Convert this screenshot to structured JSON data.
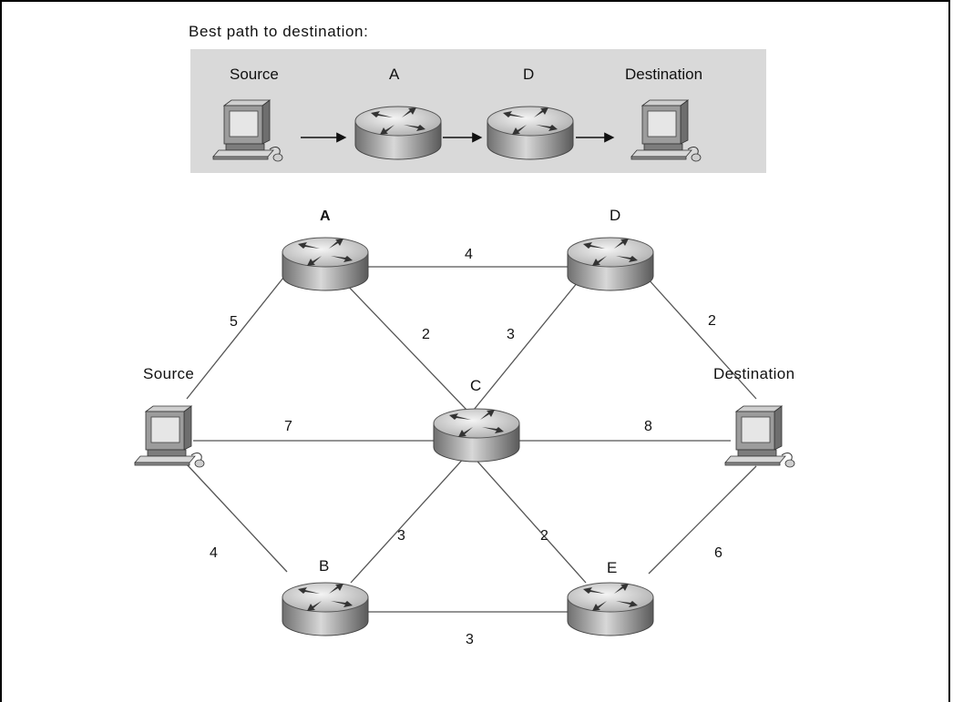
{
  "header_title": "Best path to destination:",
  "best_path": {
    "nodes": [
      {
        "id": "source",
        "label": "Source",
        "kind": "computer"
      },
      {
        "id": "A",
        "label": "A",
        "kind": "router"
      },
      {
        "id": "D",
        "label": "D",
        "kind": "router"
      },
      {
        "id": "destination",
        "label": "Destination",
        "kind": "computer"
      }
    ]
  },
  "network": {
    "nodes": [
      {
        "id": "A",
        "label": "A",
        "kind": "router"
      },
      {
        "id": "D",
        "label": "D",
        "kind": "router"
      },
      {
        "id": "C",
        "label": "C",
        "kind": "router"
      },
      {
        "id": "B",
        "label": "B",
        "kind": "router"
      },
      {
        "id": "E",
        "label": "E",
        "kind": "router"
      },
      {
        "id": "source",
        "label": "Source",
        "kind": "computer"
      },
      {
        "id": "destination",
        "label": "Destination",
        "kind": "computer"
      }
    ],
    "links": [
      {
        "from": "A",
        "to": "D",
        "cost": "4"
      },
      {
        "from": "source",
        "to": "A",
        "cost": "5"
      },
      {
        "from": "A",
        "to": "C",
        "cost": "2"
      },
      {
        "from": "D",
        "to": "C",
        "cost": "3"
      },
      {
        "from": "D",
        "to": "destination",
        "cost": "2"
      },
      {
        "from": "source",
        "to": "C",
        "cost": "7"
      },
      {
        "from": "C",
        "to": "destination",
        "cost": "8"
      },
      {
        "from": "source",
        "to": "B",
        "cost": "4"
      },
      {
        "from": "B",
        "to": "C",
        "cost": "3"
      },
      {
        "from": "C",
        "to": "E",
        "cost": "2"
      },
      {
        "from": "E",
        "to": "destination",
        "cost": "6"
      },
      {
        "from": "B",
        "to": "E",
        "cost": "3"
      }
    ]
  },
  "colors": {
    "panel": "#d9d9d9",
    "line": "#555555",
    "router_top": "#e2e2e2",
    "router_side": "#8a8a8a",
    "screen": "#bfbfbf"
  }
}
